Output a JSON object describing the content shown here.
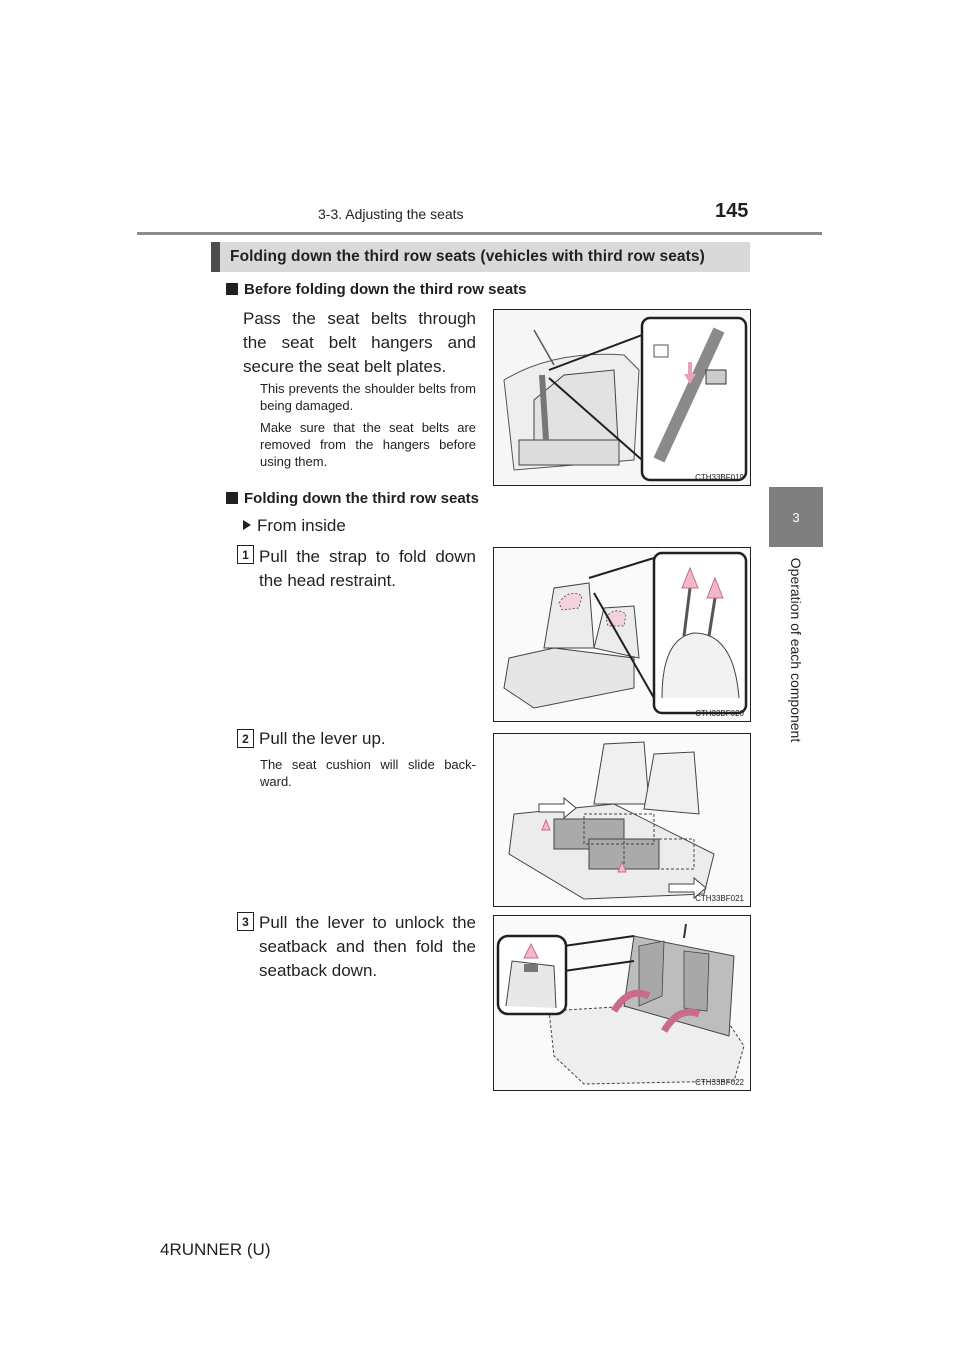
{
  "header": {
    "section": "3-3. Adjusting the seats",
    "page_number": "145"
  },
  "side_tab": {
    "number": "3",
    "label": "Operation of each component"
  },
  "banner": {
    "title": "Folding down the third row seats (vehicles with third row seats)"
  },
  "section1": {
    "heading": "Before folding down the third row seats",
    "body": "Pass the seat belts through the seat belt hangers and secure the seat belt plates.",
    "note1": "This prevents the shoulder belts from being damaged.",
    "note2": "Make sure that the seat belts are removed from the hangers before using them.",
    "figure_code": "CTH33BF019"
  },
  "section2": {
    "heading": "Folding down the third row seats",
    "subheading": "From inside",
    "steps": [
      {
        "num": "1",
        "text": "Pull the strap to fold down the head restraint.",
        "note": "",
        "figure_code": "CTH33BF020"
      },
      {
        "num": "2",
        "text": "Pull the lever up.",
        "note": "The seat cushion will slide back-ward.",
        "figure_code": "CTH33BF021"
      },
      {
        "num": "3",
        "text": "Pull the lever to unlock the seatback and then fold the seatback down.",
        "note": "",
        "figure_code": "CTH33BF022"
      }
    ]
  },
  "footer": {
    "model": "4RUNNER (U)"
  },
  "colors": {
    "banner_bg": "#d9d9d9",
    "banner_bar": "#4d4d4d",
    "side_tab": "#7f7f7f",
    "rule": "#8c8c8c",
    "accent_arrow": "#f2b8c6"
  }
}
